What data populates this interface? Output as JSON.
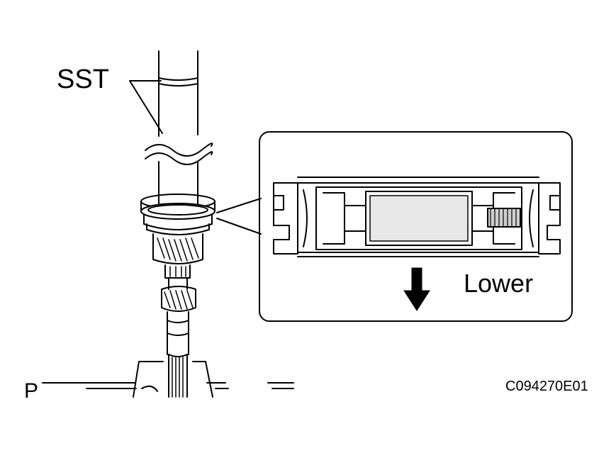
{
  "labels": {
    "sst": "SST",
    "lower": "Lower",
    "p": "P",
    "figure_code": "C094270E01"
  },
  "colors": {
    "line": "#000000",
    "background": "#ffffff",
    "shading": "#d9d9d9",
    "dark_shading": "#9a9a9a"
  }
}
